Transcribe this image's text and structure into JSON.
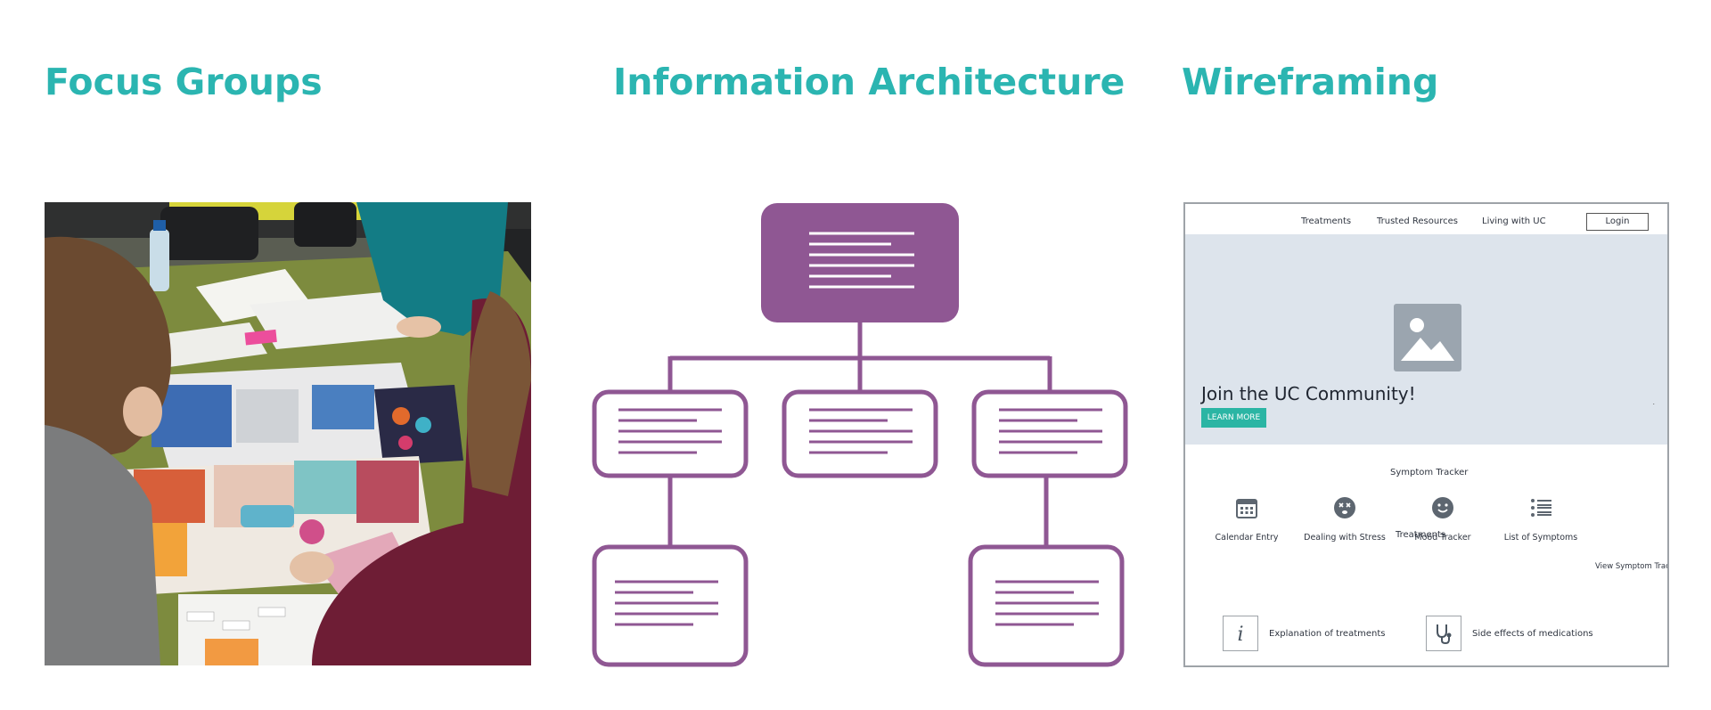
{
  "titles": {
    "focus_groups": "Focus Groups",
    "information_architecture": "Information Architecture",
    "wireframing": "Wireframing"
  },
  "colors": {
    "title_teal": "#2bb5b1",
    "diagram_purple": "#8f5793",
    "wireframe_accent": "#2bb5a4",
    "wireframe_hero": "#dde4ec"
  },
  "wireframe": {
    "nav": {
      "treatments": "Treatments",
      "trusted_resources": "Trusted Resources",
      "living_with_uc": "Living with UC",
      "login": "Login"
    },
    "hero": {
      "image_icon": "image-placeholder-icon",
      "title": "Join the UC Community!",
      "button": "LEARN MORE",
      "dot": "."
    },
    "symptom_tracker": {
      "title": "Symptom Tracker",
      "features": [
        {
          "label": "Calendar Entry",
          "icon": "calendar-icon"
        },
        {
          "label": "Dealing with Stress",
          "icon": "stress-face-icon"
        },
        {
          "label": "Mood Tracker",
          "icon": "smiley-icon"
        },
        {
          "label": "List of Symptoms",
          "icon": "list-icon"
        }
      ],
      "view_link": "View Symptom Tracker"
    },
    "treatments": {
      "title": "Treatments",
      "items": [
        {
          "label": "Explanation of treatments",
          "icon": "info-icon"
        },
        {
          "label": "Side effects of medications",
          "icon": "stethoscope-icon"
        }
      ]
    }
  }
}
